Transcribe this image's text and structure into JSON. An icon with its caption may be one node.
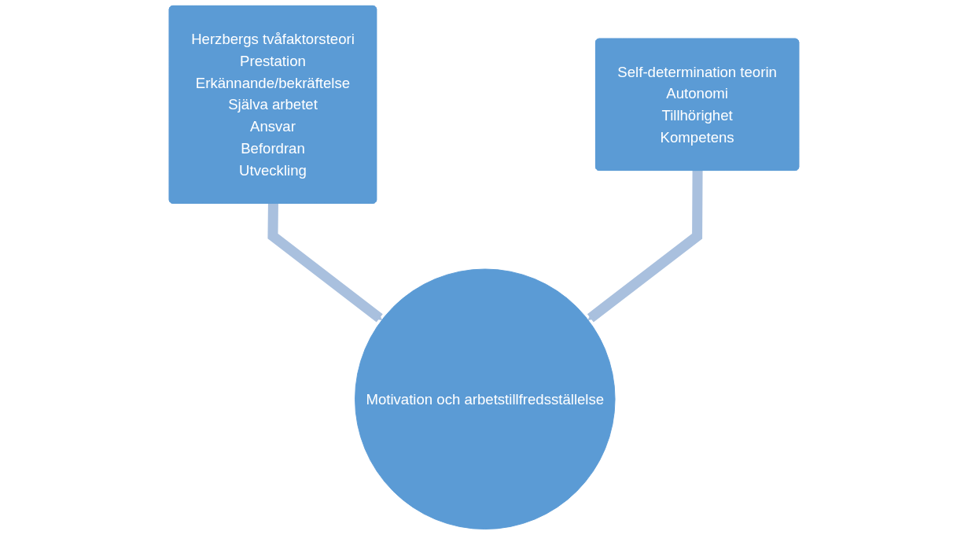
{
  "diagram": {
    "nodes": [
      {
        "text": [
          "Herzbergs tvåfaktorsteori",
          "Prestation",
          "Erkännande/bekräftelse",
          "Själva arbetet",
          "Ansvar",
          "Befordran",
          "Utveckling"
        ]
      },
      {
        "text": [
          "Self-determination teorin",
          "Autonomi",
          "Tillhörighet",
          "Kompetens"
        ]
      },
      {
        "text": [
          "Motivation och arbetstillfredsställelse"
        ]
      }
    ],
    "edges": [
      {
        "from": 0,
        "to": 2,
        "arrow": "to"
      },
      {
        "from": 1,
        "to": 2,
        "arrow": "to"
      }
    ]
  }
}
